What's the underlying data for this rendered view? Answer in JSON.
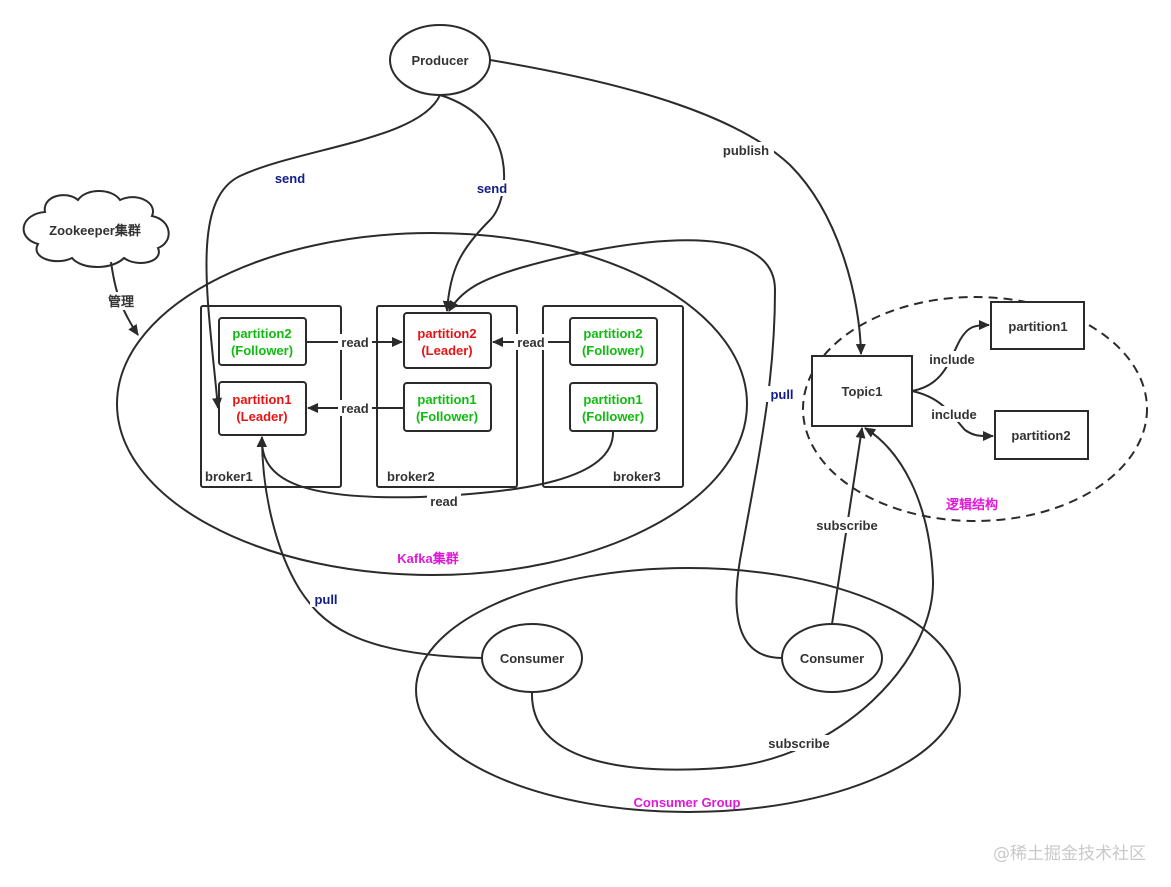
{
  "nodes": {
    "producer": "Producer",
    "zookeeper": "Zookeeper集群",
    "topic1": "Topic1",
    "topic_partition1": "partition1",
    "topic_partition2": "partition2",
    "consumer_left": "Consumer",
    "consumer_right": "Consumer"
  },
  "brokers": {
    "broker1": {
      "label": "broker1",
      "p_top_1": "partition2",
      "p_top_2": "(Follower)",
      "p_bot_1": "partition1",
      "p_bot_2": "(Leader)"
    },
    "broker2": {
      "label": "broker2",
      "p_top_1": "partition2",
      "p_top_2": "(Leader)",
      "p_bot_1": "partition1",
      "p_bot_2": "(Follower)"
    },
    "broker3": {
      "label": "broker3",
      "p_top_1": "partition2",
      "p_top_2": "(Follower)",
      "p_bot_1": "partition1",
      "p_bot_2": "(Follower)"
    }
  },
  "groups": {
    "kafka_cluster": "Kafka集群",
    "consumer_group": "Consumer Group",
    "logical_structure": "逻辑结构"
  },
  "edges": {
    "send_left": "send",
    "send_right": "send",
    "publish": "publish",
    "manage": "管理",
    "read_1": "read",
    "read_2": "read",
    "read_3": "read",
    "read_4": "read",
    "pull_left": "pull",
    "pull_right": "pull",
    "subscribe_topic": "subscribe",
    "subscribe_bottom": "subscribe",
    "include_1": "include",
    "include_2": "include"
  },
  "watermark": "@稀土掘金技术社区",
  "colors": {
    "stroke": "#2b2b2b",
    "follower_text": "#11bb11",
    "leader_text": "#e51414",
    "edge_label_blue": "#101c88",
    "group_label_magenta": "#e018d8"
  }
}
